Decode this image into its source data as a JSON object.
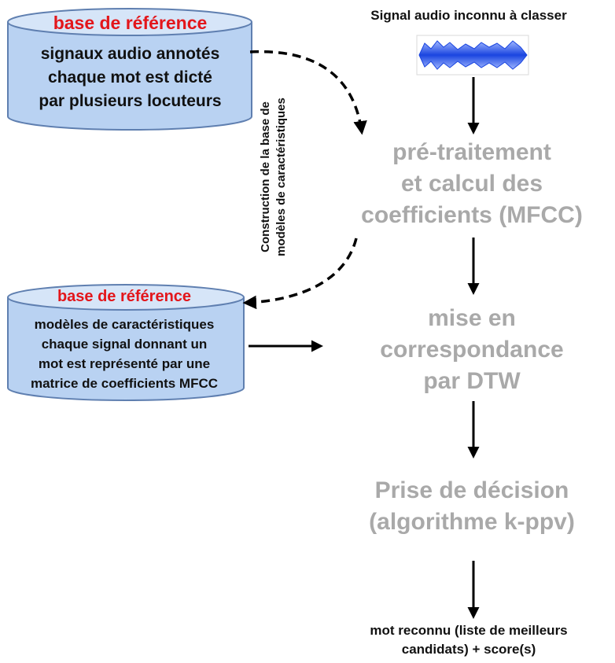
{
  "colors": {
    "db_fill": "#b9d2f2",
    "db_stroke": "#5f7fb0",
    "db_title": "#e3161b",
    "step_text": "#a9a9a9",
    "arrow": "#000000",
    "signal": "#1a45e0"
  },
  "icons": {
    "database_1": "cylinder-database-icon",
    "database_2": "cylinder-database-icon",
    "signal": "audio-waveform-icon"
  },
  "database_1": {
    "title": "base de référence",
    "lines": [
      "signaux audio annotés",
      "chaque mot est dicté",
      "par  plusieurs locuteurs"
    ]
  },
  "database_2": {
    "title": "base de référence",
    "lines": [
      "modèles de caractéristiques",
      "chaque signal donnant un",
      "mot est représenté par une",
      "matrice de coefficients MFCC"
    ]
  },
  "vertical_label": {
    "lines": [
      "Construction de la base de",
      "modèles de caractéristiques"
    ]
  },
  "input_label": "Signal audio inconnu à classer",
  "steps": [
    {
      "lines": [
        "pré-traitement",
        "et calcul des",
        "coefficients (MFCC)"
      ]
    },
    {
      "lines": [
        "mise en",
        "correspondance",
        "par DTW"
      ]
    },
    {
      "lines": [
        "Prise de décision",
        "(algorithme k-ppv)"
      ]
    }
  ],
  "output": {
    "lines": [
      "mot reconnu (liste de meilleurs",
      "candidats) + score(s)"
    ]
  }
}
